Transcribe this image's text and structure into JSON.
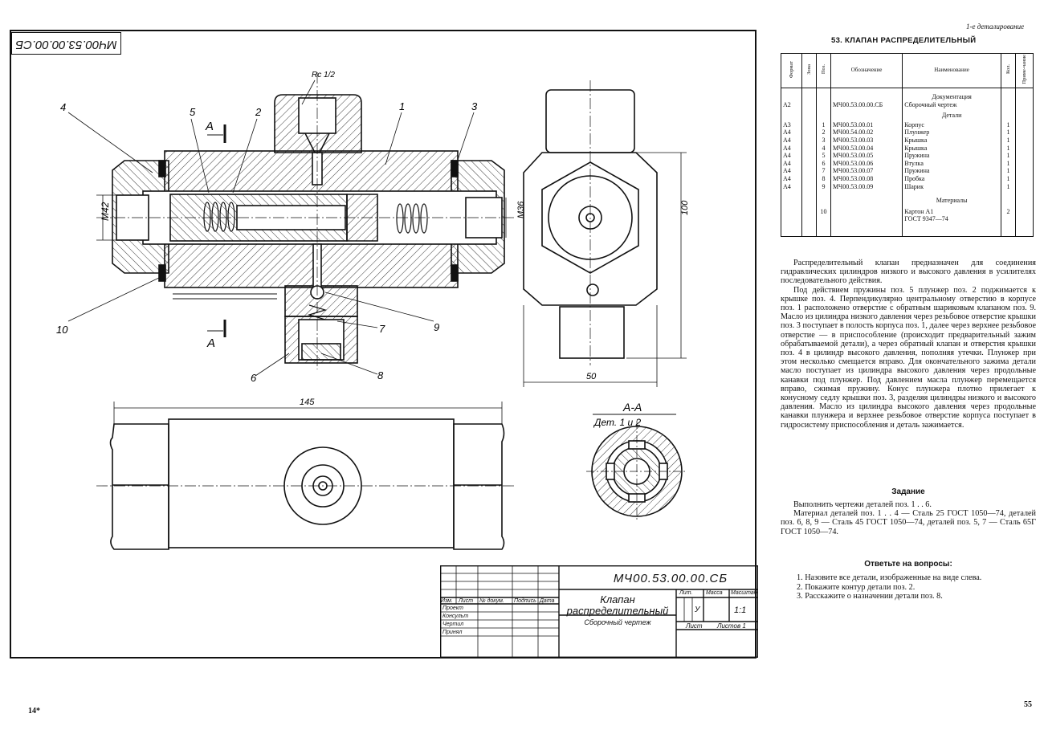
{
  "drawing": {
    "stamp_code_rotated": "МЧ00.53.00.00.СБ",
    "thread_top": "Rc 1/2",
    "section_mark": "А",
    "dim_m42": "M42",
    "dim_m36": "M36",
    "dim_100": "100",
    "dim_50": "50",
    "dim_145": "145",
    "section_title": "А-А",
    "section_sub": "Дет. 1 и 2",
    "callouts": [
      "1",
      "2",
      "3",
      "4",
      "5",
      "6",
      "7",
      "8",
      "9",
      "10"
    ]
  },
  "title_block": {
    "code": "МЧ00.53.00.00.СБ",
    "title": "Клапан распределительный",
    "subtitle": "Сборочный чертеж",
    "col_izm": "Изм.",
    "col_list": "Лист",
    "col_ndoc": "№ докум.",
    "col_podp": "Подпись",
    "col_data": "Дата",
    "row_proekt": "Проект",
    "row_konsult": "Консульт",
    "row_chertil": "Чертил",
    "row_prinyal": "Принял",
    "lit": "Лит.",
    "massa": "Масса",
    "masshtab": "Масштаб",
    "lit_val": "У",
    "scale_val": "1:1",
    "list": "Лист",
    "listov": "Листов 1"
  },
  "page": {
    "section_label": "1-е деталирование",
    "heading": "53. КЛАПАН РАСПРЕДЕЛИТЕЛЬНЫЙ",
    "spec_header": {
      "format": "Формат",
      "zona": "Зона",
      "poz": "Поз.",
      "oboz": "Обозначение",
      "naim": "Наименование",
      "kol": "Кол.",
      "prim": "Приме-чание"
    },
    "spec": {
      "doc_group": "Документация",
      "doc_format": "А2",
      "doc_code": "МЧ00.53.00.00.СБ",
      "doc_name": "Сборочный чертеж",
      "det_group": "Детали",
      "details": [
        {
          "f": "А3",
          "p": "1",
          "c": "МЧ00.53.00.01",
          "n": "Корпус",
          "k": "1"
        },
        {
          "f": "А4",
          "p": "2",
          "c": "МЧ00.54.00.02",
          "n": "Плунжер",
          "k": "1"
        },
        {
          "f": "А4",
          "p": "3",
          "c": "МЧ00.53.00.03",
          "n": "Крышка",
          "k": "1"
        },
        {
          "f": "А4",
          "p": "4",
          "c": "МЧ00.53.00.04",
          "n": "Крышка",
          "k": "1"
        },
        {
          "f": "А4",
          "p": "5",
          "c": "МЧ00.53.00.05",
          "n": "Пружина",
          "k": "1"
        },
        {
          "f": "А4",
          "p": "6",
          "c": "МЧ00.53.00.06",
          "n": "Втулка",
          "k": "1"
        },
        {
          "f": "А4",
          "p": "7",
          "c": "МЧ00.53.00.07",
          "n": "Пружина",
          "k": "1"
        },
        {
          "f": "А4",
          "p": "8",
          "c": "МЧ00.53.00.08",
          "n": "Пробка",
          "k": "1"
        },
        {
          "f": "А4",
          "p": "9",
          "c": "МЧ00.53.00.09",
          "n": "Шарик",
          "k": "1"
        }
      ],
      "mat_group": "Материалы",
      "mat_poz": "10",
      "mat_name1": "Картон А1",
      "mat_name2": "ГОСТ 9347—74",
      "mat_kol": "2"
    },
    "desc_p1": "Распределительный клапан предназначен для соединения гидравлических цилиндров низкого и высокого давления в усилителях последовательного действия.",
    "desc_p2": "Под действием пружины поз. 5 плунжер поз. 2 поджимается к крышке поз. 4. Перпендикулярно центральному отверстию в корпусе поз. 1 расположено отверстие с обратным шариковым клапаном поз. 9. Масло из цилиндра низкого давления через резьбовое отверстие крышки поз. 3 поступает в полость корпуса поз. 1, далее через верхнее резьбовое отверстие — в приспособление (происходит предварительный зажим обрабатываемой детали), а через обратный клапан и отверстия крышки поз. 4 в цилиндр высокого давления, пополняя утечки. Плунжер при этом несколько смещается вправо. Для окончательного зажима детали масло поступает из цилиндра высокого давления через продольные канавки под плунжер. Под давлением масла плунжер перемещается вправо, сжимая пружину. Конус плунжера плотно прилегает к конусному седлу крышки поз. 3, разделяя цилиндры низкого и высокого давления. Масло из цилиндра высокого давления через продольные канавки плунжера и верхнее резьбовое отверстие корпуса поступает в гидросистему приспособления и деталь зажимается.",
    "task_head": "Задание",
    "task_p1": "Выполнить чертежи деталей поз. 1 . . 6.",
    "task_p2": "Материал деталей поз. 1 . . 4 — Сталь 25 ГОСТ 1050—74, деталей поз. 6, 8, 9 — Сталь 45 ГОСТ 1050—74, деталей поз. 5, 7 — Сталь 65Г ГОСТ 1050—74.",
    "q_head": "Ответьте на вопросы:",
    "questions": [
      "1. Назовите все детали, изображенные на виде слева.",
      "2. Покажите контур детали поз. 2.",
      "3. Расскажите о назначении детали поз. 8."
    ],
    "page_left": "14*",
    "page_right": "55"
  }
}
